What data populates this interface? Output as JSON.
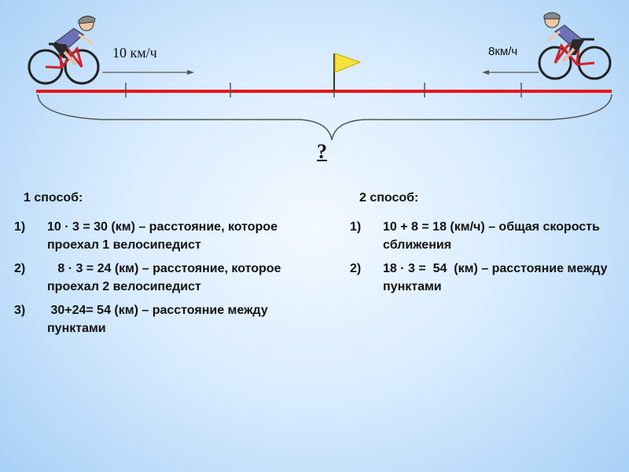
{
  "diagram": {
    "speed_left": "10 км/ч",
    "speed_right": "8км/ч",
    "question": "?",
    "colors": {
      "road": "#e8141c",
      "arrow": "#555555",
      "flag": "#f7e23a",
      "bike_frame": "#d0202a",
      "rider_shirt": "#6d72b8"
    },
    "icons": [
      "cyclist-left-icon",
      "cyclist-right-icon",
      "flag-icon"
    ]
  },
  "methods": [
    {
      "title": "1 способ:",
      "steps": [
        {
          "num": "1)",
          "text": "10 · 3 = 30 (км) – расстояние, которое проехал 1 велосипедист"
        },
        {
          "num": "2)",
          "text": "   8 · 3 = 24 (км) – расстояние, которое проехал 2 велосипедист"
        },
        {
          "num": "3)",
          "text": " 30+24= 54 (км) – расстояние между пунктами"
        }
      ]
    },
    {
      "title": "2 способ:",
      "steps": [
        {
          "num": "1)",
          "text": "10 + 8 = 18 (км/ч) – общая скорость сближения"
        },
        {
          "num": "2)",
          "text": "18 · 3 =  54  (км) – расстояние между пунктами"
        }
      ]
    }
  ]
}
